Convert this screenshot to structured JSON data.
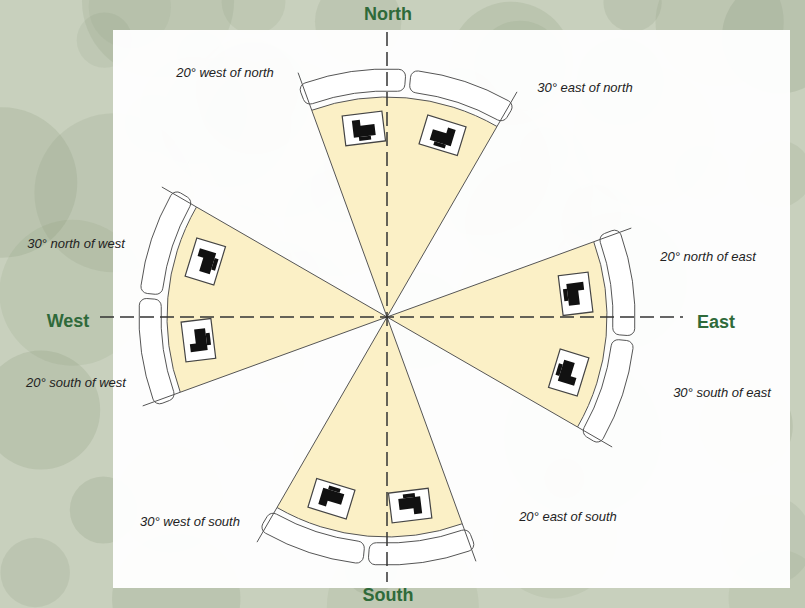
{
  "diagram": {
    "labels": [
      "North",
      "20° west of north",
      "30° east of north",
      "30° north of west",
      "20° north of east",
      "West",
      "East",
      "20° south of west",
      "30° south of east",
      "30° west of south",
      "20° east of south",
      "South"
    ]
  }
}
